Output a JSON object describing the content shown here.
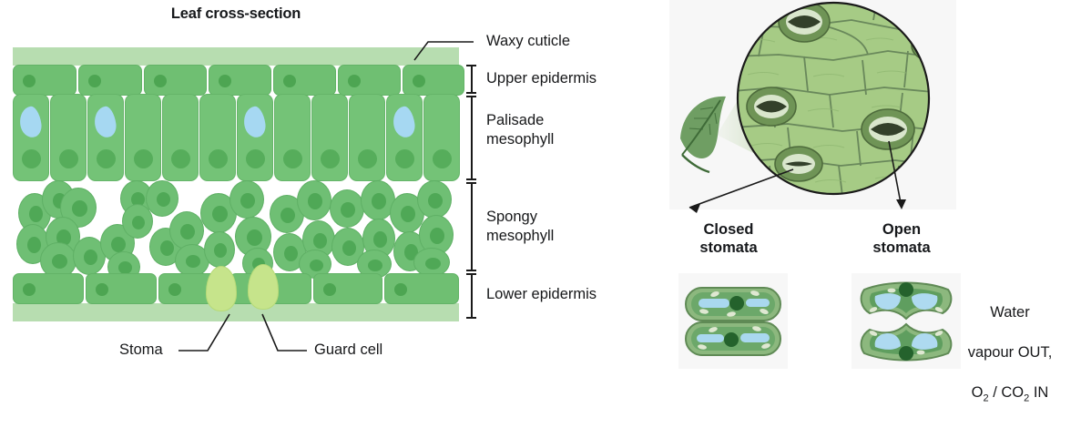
{
  "left": {
    "title": "Leaf cross-section",
    "labels": {
      "waxy_cuticle": "Waxy cuticle",
      "upper_epidermis": "Upper epidermis",
      "palisade": "Palisade\nmesophyll",
      "spongy": "Spongy\nmesophyll",
      "lower_epidermis": "Lower epidermis",
      "stoma": "Stoma",
      "guard_cell": "Guard cell"
    }
  },
  "right": {
    "closed_label": "Closed\nstomata",
    "open_label": "Open\nstomata",
    "water_line1": "Water",
    "water_line2": "vapour OUT,",
    "water_o2": "O",
    "water_sub1": "2",
    "water_slash": " / CO",
    "water_sub2": "2",
    "water_in": " IN"
  },
  "colors": {
    "cuticle": "#b7ddb0",
    "epidermis_cell": "#6fbf72",
    "palisade_cell": "#74c377",
    "spongy_cell": "#6fbf74",
    "nucleus": "#4da552",
    "vacuole": "#a6d8f2",
    "guard_cell": "#c6e48b",
    "micrograph_cell": "#a6cb85",
    "stoma_pore": "#3b4a2e",
    "leaf_icon": "#6f9e63",
    "text": "#17181a",
    "panel_bg": "#f7f7f7"
  }
}
